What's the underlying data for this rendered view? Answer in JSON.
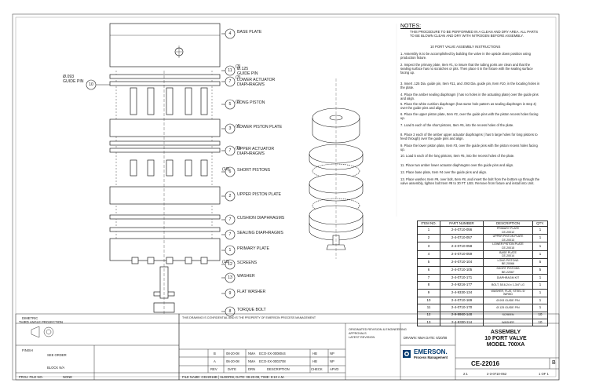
{
  "callouts": [
    {
      "num": "4",
      "label": "BASE PLATE"
    },
    {
      "num": "11",
      "label": "Ø.125\nGUIDE PIN"
    },
    {
      "num": "7",
      "label": "LOWER ACTUATOR\nDIAPHRAGMS"
    },
    {
      "num": "5",
      "label": "LONG PISTON"
    },
    {
      "num": "3",
      "label": "LOWER PISTON PLATE"
    },
    {
      "num": "7",
      "label": "UPPER ACTUATOR\nDIAPHRAGMS"
    },
    {
      "num": "6",
      "label": "SHORT PISTONS"
    },
    {
      "num": "2",
      "label": "UPPER PISTON PLATE"
    },
    {
      "num": "7",
      "label": "CUSHION DIAPHRAGMS"
    },
    {
      "num": "7",
      "label": "SEALING DIAPHRAGMS"
    },
    {
      "num": "1",
      "label": "PRIMARY PLATE"
    },
    {
      "num": "12",
      "label": "SCREENS"
    },
    {
      "num": "13",
      "label": "WASHER"
    },
    {
      "num": "9",
      "label": "FLAT WASHER"
    },
    {
      "num": "8",
      "label": "TORQUE BOLT"
    }
  ],
  "qty_marks": [
    "(3)",
    "(3)",
    "(3)",
    "(4)",
    "(5)",
    "(10)",
    "(10)"
  ],
  "guide_pin_left": {
    "num": "10",
    "label": "Ø.093\nGUIDE PIN"
  },
  "notes": {
    "title": "NOTES:",
    "intro": "THIS PROCEDURE TO BE PERFORMED IN A CLEAN AND DRY AREA. ALL PARTS TO BE BLOWN CLEAN AND DRY WITH NITROGEN BEFORE ASSEMBLY.",
    "heading": "10 PORT VALVE ASSEMBLY INSTRUCTIONS",
    "steps": [
      "1. Assembly is to be accomplished by building the valve in the upside down position using production fixture.",
      "2. Inspect the primary plate, Item #1, to insure that the tubing ports are clean and that the sealing surface has no scratches or pits. Then place it in the fixture with the sealing surface facing up.",
      "3. Insert .125 Dia. guide pin, Item #11, and .093 Dia. guide pin, Item #10, in the locating holes in the plate.",
      "4. Place the amber sealing diaphragm ( has no holes in the actuating plate) over the guide pins and align.",
      "5. Place the white cushion diaphragm (has same hole pattern as sealing diaphragm in step 4) over the guide pins and align.",
      "6. Place the upper piston plate, Item #2, over the guide pins with the piston recess holes facing up.",
      "7. Load 5 each of the short pistons, Item #6, into the recess holes of the plate.",
      "8. Place 2 each of the amber upper actuator diaphragms ( has 5 large holes for long pistons to feed through) over the guide pins and align.",
      "9. Place the lower piston plate, Item #3, over the guide pins with the piston recess holes facing up.",
      "10. Load 5 each of the long pistons, Item #5, into the recess holes of the plate.",
      "11. Place two amber lower actuator diaphragms over the guide pins and align.",
      "12. Place base plate, Item #4 over the guide pins and align.",
      "13. Place washer, Item #9, over bolt, Item #8, and insert the bolt from the bottom up through the valve assembly, tighten bolt Item #8 to 30 FT. LBS. Remove from fixture and install into Unit."
    ]
  },
  "bom": {
    "headers": [
      "ITEM NO.",
      "PART NUMBER",
      "DESCRIPTION",
      "QTY."
    ],
    "rows": [
      [
        "1",
        "2-4-0710-056",
        "PRIMARY PLATE\nCE-20012",
        "1"
      ],
      [
        "2",
        "2-4-0710-057",
        "UPPER PISTON PLATE\nCE-20013",
        "1"
      ],
      [
        "3",
        "2-4-0710-058",
        "LOWER PISTON PLATE\nCE-20015",
        "1"
      ],
      [
        "4",
        "2-4-0710-059",
        "BASE PLATE\nCE-20014",
        "1"
      ],
      [
        "5",
        "2-4-0710-104",
        "LONG PISTONS\nBE-20066",
        "5"
      ],
      [
        "6",
        "2-4-0710-105",
        "SHORT PISTONS\nBE-22067",
        "5"
      ],
      [
        "7",
        "2-4-0710-171",
        "DIAPHRAGM KIT",
        "1"
      ],
      [
        "8",
        "2-4-9216-177",
        "BOLT, 5/16-24 x 1-3/4\" LG",
        "1"
      ],
      [
        "9",
        "2-4-9330-134",
        "WASHER, FLAT, STEEL 5/\nWIRED",
        "1"
      ],
      [
        "10",
        "2-4-0710-169",
        "Ø.093 GUIDE PIN",
        "1"
      ],
      [
        "11",
        "2-4-0710-170",
        "Ø.125 GUIDE PIN",
        "1"
      ],
      [
        "12",
        "2-9-9960-148",
        "SCREEN",
        "10"
      ],
      [
        "13",
        "2-4-9330-114",
        "WASHER",
        "10"
      ]
    ]
  },
  "title_block": {
    "company": "EMERSON.",
    "division": "Process Management",
    "title": "ASSEMBLY\n10 PORT VALVE\nMODEL 700XA",
    "dwg_no": "CE-22016",
    "rev": "B",
    "doc_no": "2-3-0710-052",
    "sheet": "1 OF 1",
    "scale": "2:1",
    "dimetric": "DIMETRIC",
    "projection": "THIRD ANGLE PROJECTION",
    "see_order": "SEE ORDER",
    "block_n": "BLOCK N/A",
    "finish_label": "FINISH",
    "revisions": [
      {
        "rev": "B",
        "date": "08-20-08",
        "by": "NMA",
        "desc": "ECO-XX-0008044",
        "chk": "HB",
        "apvd": "NP"
      },
      {
        "rev": "A",
        "date": "06-20-08",
        "by": "NMA",
        "desc": "ECO-XX-0003708",
        "chk": "HB",
        "apvd": "NP"
      }
    ],
    "rev_headers": [
      "REV",
      "DATE",
      "DRN",
      "DESCRIPTION",
      "CHECK",
      "APVD"
    ],
    "proj_file": "PROJ. FILE NO.",
    "none": "NONE",
    "file_name": "FILE NAME: CE22016B | SLDDRW, DATE: 08-20-08, TIME: 8:10 A.M.",
    "approval": "DRAWN: NMA DATE: 6/20/08",
    "confidential": "THIS DRAWING IS CONFIDENTIAL AND IS THE PROPERTY OF EMERSON PROCESS MANAGEMENT",
    "latest_rev": "ORIGINATED REVISION & ENGINEERING\nAPPROVALS\nLATEST REVISION"
  }
}
